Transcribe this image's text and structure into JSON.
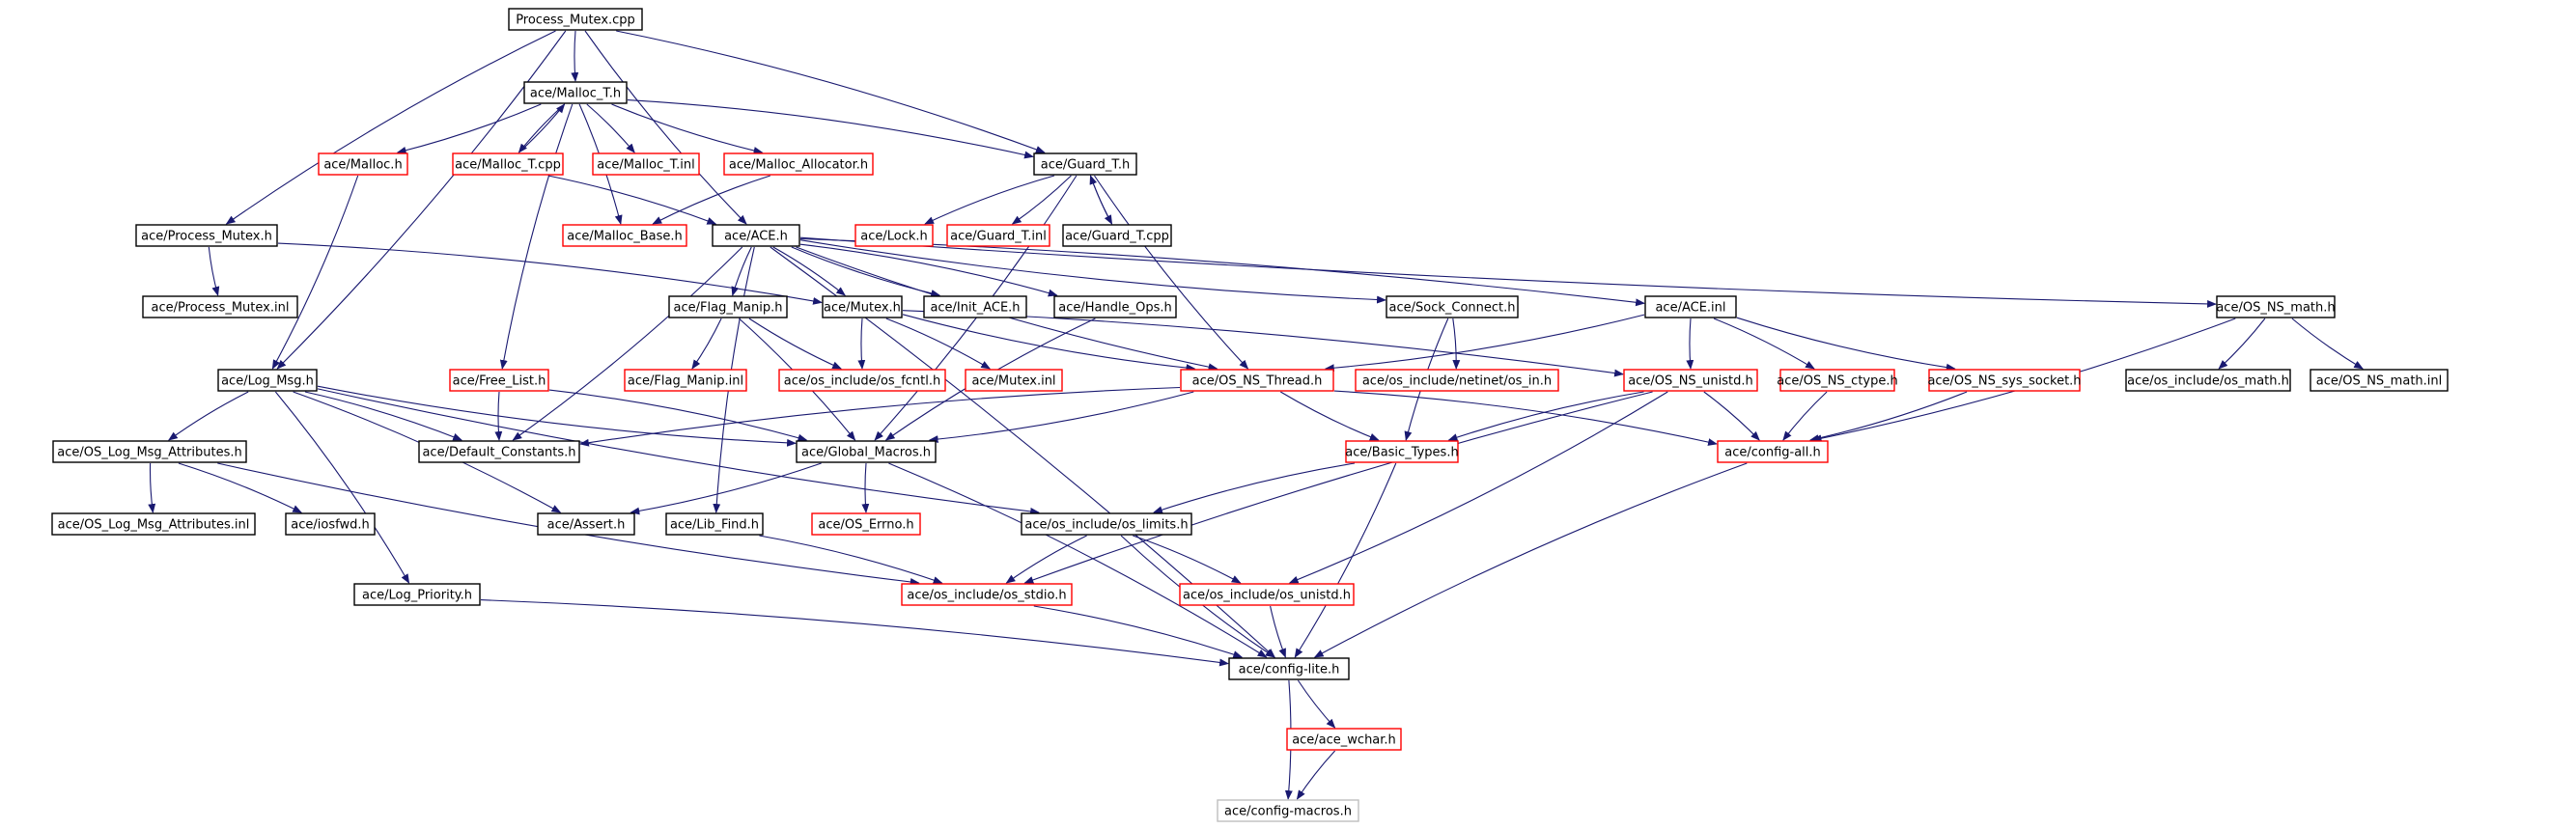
{
  "colors": {
    "edge": "#191970",
    "border_normal": "#000000",
    "border_missing": "#ff0000",
    "border_external": "#bfbfbf",
    "root_fill": "#bfbfbf"
  },
  "nodes": [
    {
      "id": "root",
      "label": "Process_Mutex.cpp",
      "kind": "root"
    },
    {
      "id": "mallocT",
      "label": "ace/Malloc_T.h",
      "kind": "normal"
    },
    {
      "id": "guardT",
      "label": "ace/Guard_T.h",
      "kind": "normal"
    },
    {
      "id": "malloc",
      "label": "ace/Malloc.h",
      "kind": "missing"
    },
    {
      "id": "mallocTcpp",
      "label": "ace/Malloc_T.cpp",
      "kind": "missing"
    },
    {
      "id": "mallocTinl",
      "label": "ace/Malloc_T.inl",
      "kind": "missing"
    },
    {
      "id": "mallocAlloc",
      "label": "ace/Malloc_Allocator.h",
      "kind": "missing"
    },
    {
      "id": "lock",
      "label": "ace/Lock.h",
      "kind": "missing"
    },
    {
      "id": "guardTinl",
      "label": "ace/Guard_T.inl",
      "kind": "missing"
    },
    {
      "id": "guardTcpp",
      "label": "ace/Guard_T.cpp",
      "kind": "normal"
    },
    {
      "id": "processMutex",
      "label": "ace/Process_Mutex.h",
      "kind": "normal"
    },
    {
      "id": "mallocBase",
      "label": "ace/Malloc_Base.h",
      "kind": "missing"
    },
    {
      "id": "ace",
      "label": "ace/ACE.h",
      "kind": "normal"
    },
    {
      "id": "processMutexInl",
      "label": "ace/Process_Mutex.inl",
      "kind": "normal"
    },
    {
      "id": "flagManip",
      "label": "ace/Flag_Manip.h",
      "kind": "normal"
    },
    {
      "id": "mutex",
      "label": "ace/Mutex.h",
      "kind": "normal"
    },
    {
      "id": "initAce",
      "label": "ace/Init_ACE.h",
      "kind": "normal"
    },
    {
      "id": "handleOps",
      "label": "ace/Handle_Ops.h",
      "kind": "normal"
    },
    {
      "id": "sockConnect",
      "label": "ace/Sock_Connect.h",
      "kind": "normal"
    },
    {
      "id": "aceInl",
      "label": "ace/ACE.inl",
      "kind": "normal"
    },
    {
      "id": "osNsMath",
      "label": "ace/OS_NS_math.h",
      "kind": "normal"
    },
    {
      "id": "logMsg",
      "label": "ace/Log_Msg.h",
      "kind": "normal"
    },
    {
      "id": "freeList",
      "label": "ace/Free_List.h",
      "kind": "missing"
    },
    {
      "id": "flagManipInl",
      "label": "ace/Flag_Manip.inl",
      "kind": "missing"
    },
    {
      "id": "osFcntl",
      "label": "ace/os_include/os_fcntl.h",
      "kind": "missing"
    },
    {
      "id": "mutexInl",
      "label": "ace/Mutex.inl",
      "kind": "missing"
    },
    {
      "id": "osNsThread",
      "label": "ace/OS_NS_Thread.h",
      "kind": "missing"
    },
    {
      "id": "osNetinetIn",
      "label": "ace/os_include/netinet/os_in.h",
      "kind": "missing"
    },
    {
      "id": "osNsUnistd",
      "label": "ace/OS_NS_unistd.h",
      "kind": "missing"
    },
    {
      "id": "osNsCtype",
      "label": "ace/OS_NS_ctype.h",
      "kind": "missing"
    },
    {
      "id": "osNsSysSocket",
      "label": "ace/OS_NS_sys_socket.h",
      "kind": "missing"
    },
    {
      "id": "osMath",
      "label": "ace/os_include/os_math.h",
      "kind": "normal"
    },
    {
      "id": "osNsMathInl",
      "label": "ace/OS_NS_math.inl",
      "kind": "normal"
    },
    {
      "id": "osLogMsgAttr",
      "label": "ace/OS_Log_Msg_Attributes.h",
      "kind": "normal"
    },
    {
      "id": "defaultConst",
      "label": "ace/Default_Constants.h",
      "kind": "normal"
    },
    {
      "id": "globalMacros",
      "label": "ace/Global_Macros.h",
      "kind": "normal"
    },
    {
      "id": "basicTypes",
      "label": "ace/Basic_Types.h",
      "kind": "missing"
    },
    {
      "id": "configAll",
      "label": "ace/config-all.h",
      "kind": "missing"
    },
    {
      "id": "osLogMsgAttrInl",
      "label": "ace/OS_Log_Msg_Attributes.inl",
      "kind": "normal"
    },
    {
      "id": "iosfwd",
      "label": "ace/iosfwd.h",
      "kind": "normal"
    },
    {
      "id": "assert",
      "label": "ace/Assert.h",
      "kind": "normal"
    },
    {
      "id": "libFind",
      "label": "ace/Lib_Find.h",
      "kind": "normal"
    },
    {
      "id": "osErrno",
      "label": "ace/OS_Errno.h",
      "kind": "missing"
    },
    {
      "id": "osLimits",
      "label": "ace/os_include/os_limits.h",
      "kind": "normal"
    },
    {
      "id": "osStdio",
      "label": "ace/os_include/os_stdio.h",
      "kind": "missing"
    },
    {
      "id": "osUnistd",
      "label": "ace/os_include/os_unistd.h",
      "kind": "missing"
    },
    {
      "id": "logPriority",
      "label": "ace/Log_Priority.h",
      "kind": "normal"
    },
    {
      "id": "configLite",
      "label": "ace/config-lite.h",
      "kind": "normal"
    },
    {
      "id": "aceWchar",
      "label": "ace/ace_wchar.h",
      "kind": "missing"
    },
    {
      "id": "configMacros",
      "label": "ace/config-macros.h",
      "kind": "external"
    }
  ],
  "edges": [
    [
      "root",
      "mallocT"
    ],
    [
      "root",
      "guardT"
    ],
    [
      "root",
      "processMutex"
    ],
    [
      "root",
      "logMsg"
    ],
    [
      "root",
      "ace"
    ],
    [
      "mallocT",
      "malloc"
    ],
    [
      "mallocT",
      "mallocTcpp"
    ],
    [
      "mallocT",
      "mallocTinl"
    ],
    [
      "mallocT",
      "mallocAlloc"
    ],
    [
      "mallocT",
      "mallocBase"
    ],
    [
      "mallocT",
      "freeList"
    ],
    [
      "mallocT",
      "guardT"
    ],
    [
      "mallocTcpp",
      "mallocT"
    ],
    [
      "malloc",
      "logMsg"
    ],
    [
      "mallocAlloc",
      "mallocBase"
    ],
    [
      "mallocTcpp",
      "ace"
    ],
    [
      "guardT",
      "lock"
    ],
    [
      "guardT",
      "guardTinl"
    ],
    [
      "guardT",
      "guardTcpp"
    ],
    [
      "guardTcpp",
      "guardT"
    ],
    [
      "guardT",
      "osNsThread"
    ],
    [
      "guardT",
      "globalMacros"
    ],
    [
      "processMutex",
      "processMutexInl"
    ],
    [
      "processMutex",
      "mutex"
    ],
    [
      "ace",
      "flagManip"
    ],
    [
      "ace",
      "mutex"
    ],
    [
      "ace",
      "initAce"
    ],
    [
      "ace",
      "handleOps"
    ],
    [
      "ace",
      "sockConnect"
    ],
    [
      "ace",
      "aceInl"
    ],
    [
      "ace",
      "osNsMath"
    ],
    [
      "ace",
      "defaultConst"
    ],
    [
      "ace",
      "libFind"
    ],
    [
      "ace",
      "configLite"
    ],
    [
      "ace",
      "osNsThread"
    ],
    [
      "flagManip",
      "flagManipInl"
    ],
    [
      "flagManip",
      "osFcntl"
    ],
    [
      "flagManip",
      "globalMacros"
    ],
    [
      "mutex",
      "osFcntl"
    ],
    [
      "mutex",
      "mutexInl"
    ],
    [
      "mutex",
      "osNsThread"
    ],
    [
      "mutex",
      "osNsUnistd"
    ],
    [
      "handleOps",
      "globalMacros"
    ],
    [
      "sockConnect",
      "osNetinetIn"
    ],
    [
      "sockConnect",
      "basicTypes"
    ],
    [
      "aceInl",
      "osNsThread"
    ],
    [
      "aceInl",
      "osNsUnistd"
    ],
    [
      "aceInl",
      "osNsCtype"
    ],
    [
      "aceInl",
      "osNsSysSocket"
    ],
    [
      "osNsMath",
      "osMath"
    ],
    [
      "osNsMath",
      "osNsMathInl"
    ],
    [
      "osNsMath",
      "configAll"
    ],
    [
      "logMsg",
      "osLogMsgAttr"
    ],
    [
      "logMsg",
      "defaultConst"
    ],
    [
      "logMsg",
      "globalMacros"
    ],
    [
      "logMsg",
      "assert"
    ],
    [
      "logMsg",
      "osLimits"
    ],
    [
      "logMsg",
      "logPriority"
    ],
    [
      "freeList",
      "defaultConst"
    ],
    [
      "freeList",
      "globalMacros"
    ],
    [
      "osNsThread",
      "defaultConst"
    ],
    [
      "osNsThread",
      "globalMacros"
    ],
    [
      "osNsThread",
      "basicTypes"
    ],
    [
      "osNsThread",
      "configAll"
    ],
    [
      "osNsUnistd",
      "basicTypes"
    ],
    [
      "osNsUnistd",
      "configAll"
    ],
    [
      "osNsUnistd",
      "osStdio"
    ],
    [
      "osNsUnistd",
      "osUnistd"
    ],
    [
      "osNsCtype",
      "configAll"
    ],
    [
      "osNsSysSocket",
      "configAll"
    ],
    [
      "osLogMsgAttr",
      "osLogMsgAttrInl"
    ],
    [
      "osLogMsgAttr",
      "iosfwd"
    ],
    [
      "osLogMsgAttr",
      "osStdio"
    ],
    [
      "globalMacros",
      "assert"
    ],
    [
      "globalMacros",
      "osErrno"
    ],
    [
      "globalMacros",
      "configLite"
    ],
    [
      "basicTypes",
      "osLimits"
    ],
    [
      "basicTypes",
      "configLite"
    ],
    [
      "configAll",
      "configLite"
    ],
    [
      "libFind",
      "osStdio"
    ],
    [
      "osLimits",
      "osStdio"
    ],
    [
      "osLimits",
      "osUnistd"
    ],
    [
      "osLimits",
      "configLite"
    ],
    [
      "osStdio",
      "configLite"
    ],
    [
      "osUnistd",
      "configLite"
    ],
    [
      "logPriority",
      "configLite"
    ],
    [
      "configLite",
      "aceWchar"
    ],
    [
      "configLite",
      "configMacros"
    ],
    [
      "aceWchar",
      "configMacros"
    ]
  ]
}
